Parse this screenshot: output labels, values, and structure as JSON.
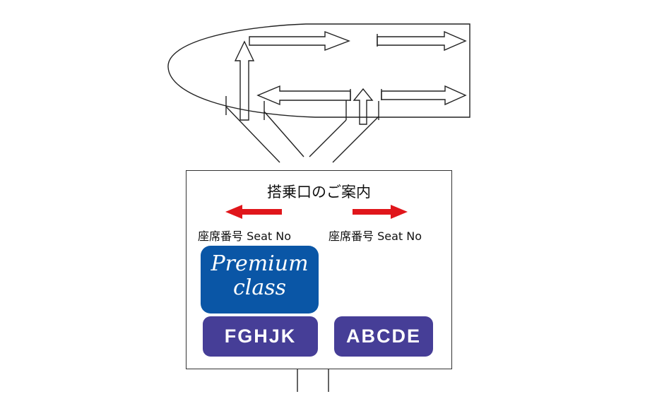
{
  "diagram": {
    "type": "boarding-gate-guide",
    "aircraft": {
      "shape": "fuselage-outline",
      "flow_arrows": [
        {
          "direction": "up",
          "position": "left-door"
        },
        {
          "direction": "right",
          "row": "upper-left"
        },
        {
          "direction": "right",
          "row": "upper-right"
        },
        {
          "direction": "left",
          "row": "lower-left"
        },
        {
          "direction": "up",
          "position": "right-door"
        },
        {
          "direction": "right",
          "row": "lower-right"
        }
      ],
      "boarding_bridges": 2
    },
    "sign": {
      "title": "搭乗口のご案内",
      "left": {
        "arrow": "left",
        "arrow_color": "#e0161b",
        "label": "座席番号 Seat No",
        "class_badge": {
          "line1": "Premium",
          "line2": "class",
          "color": "#0a56a6"
        },
        "seats": "FGHJK",
        "seats_color": "#463e97"
      },
      "right": {
        "arrow": "right",
        "arrow_color": "#e0161b",
        "label": "座席番号 Seat No",
        "seats": "ABCDE",
        "seats_color": "#463e97"
      }
    }
  }
}
